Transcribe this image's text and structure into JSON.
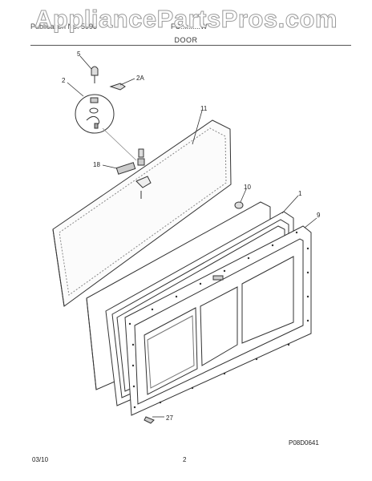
{
  "watermark": "AppliancePartsPros.com",
  "header": {
    "publication": "Publication No.   5995",
    "model": "FC..........W"
  },
  "section_title": "DOOR",
  "callouts": {
    "c5": "5",
    "c2": "2",
    "c2a": "2A",
    "c11": "11",
    "c18": "18",
    "c10": "10",
    "c1": "1",
    "c9": "9",
    "c27": "27"
  },
  "diagram_code": "P08D0641",
  "footer": {
    "date": "03/10",
    "page": "2"
  }
}
